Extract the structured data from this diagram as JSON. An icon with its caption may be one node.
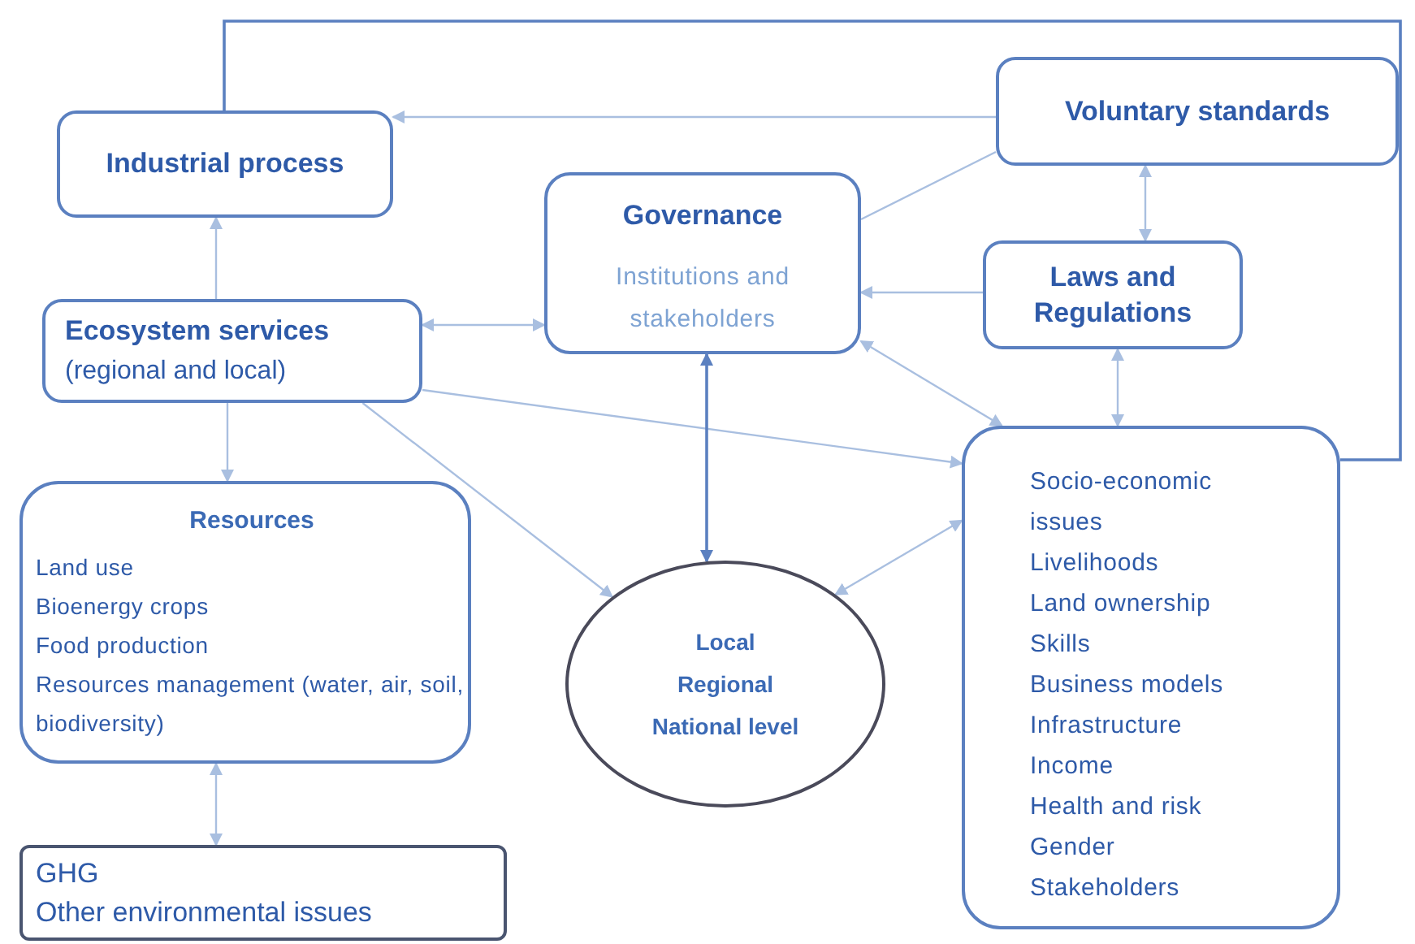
{
  "diagram": {
    "nodes": [
      {
        "text": [
          "Industrial process"
        ]
      },
      {
        "text": [
          "Voluntary standards"
        ]
      },
      {
        "text": [
          "Governance",
          "Institutions and stakeholders"
        ]
      },
      {
        "text": [
          "Laws and Regulations"
        ]
      },
      {
        "text": [
          "Ecosystem services",
          "(regional and local)"
        ]
      },
      {
        "text": [
          "Resources",
          "Land use",
          "Bioenergy crops",
          "Food production",
          "Resources management (water, air, soil, biodiversity)"
        ]
      },
      {
        "text": [
          "Local",
          "Regional",
          "National level"
        ]
      },
      {
        "text": [
          "Socio-economic issues",
          "Livelihoods",
          "Land ownership",
          "Skills",
          "Business models",
          "Infrastructure",
          "Income",
          "Health and risk",
          "Gender",
          "Stakeholders"
        ]
      },
      {
        "text": [
          "GHG",
          "Other environmental issues"
        ]
      }
    ],
    "edges": [
      {
        "from": 7,
        "to": 0,
        "arrow": "none",
        "color": "#5b80c0"
      },
      {
        "from": 1,
        "to": 0,
        "arrow": "to"
      },
      {
        "from": 1,
        "to": 2,
        "arrow": "none"
      },
      {
        "from": 1,
        "to": 3,
        "arrow": "both"
      },
      {
        "from": 3,
        "to": 2,
        "arrow": "to"
      },
      {
        "from": 4,
        "to": 2,
        "arrow": "both"
      },
      {
        "from": 4,
        "to": 0,
        "arrow": "to"
      },
      {
        "from": 4,
        "to": 5,
        "arrow": "to"
      },
      {
        "from": 4,
        "to": 7,
        "arrow": "to"
      },
      {
        "from": 4,
        "to": 6,
        "arrow": "to"
      },
      {
        "from": 2,
        "to": 6,
        "arrow": "both",
        "color": "#5b80c0"
      },
      {
        "from": 2,
        "to": 7,
        "arrow": "both"
      },
      {
        "from": 3,
        "to": 7,
        "arrow": "both"
      },
      {
        "from": 7,
        "to": 6,
        "arrow": "both"
      },
      {
        "from": 5,
        "to": 8,
        "arrow": "both"
      }
    ]
  }
}
